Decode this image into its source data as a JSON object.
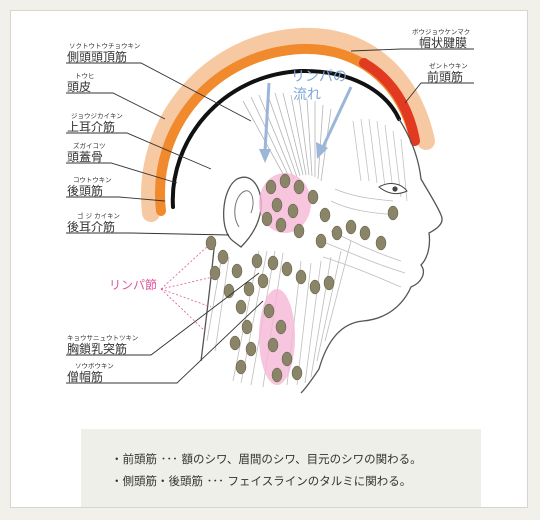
{
  "colors": {
    "background": "#f1f0ea",
    "muscle_orange": "#f08a2c",
    "muscle_red": "#e23a20",
    "muscle_pale": "#f6c9a3",
    "lymph_node": "#8a8468",
    "lymph_area": "#f6b6d6",
    "lymph_label": "#e0559b",
    "flow_arrow": "#9bb6d8"
  },
  "labels": {
    "galea": {
      "ruby": "ボウジョウケンマク",
      "text": "帽状腱膜"
    },
    "frontalis": {
      "ruby": "ゼントウキン",
      "text": "前頭筋"
    },
    "temporoparietalis": {
      "ruby": "ソクトウトウチョウキン",
      "text": "側頭頭頂筋"
    },
    "scalp": {
      "ruby": "トウヒ",
      "text": "頭皮"
    },
    "auricularis_superior": {
      "ruby": "ジョウジカイキン",
      "text": "上耳介筋"
    },
    "skull": {
      "ruby": "ズガイコツ",
      "text": "頭蓋骨"
    },
    "occipitalis": {
      "ruby": "コウトウキン",
      "text": "後頭筋"
    },
    "auricularis_posterior": {
      "ruby": "ゴ ジ カイキン",
      "text": "後耳介筋"
    },
    "lymph_nodes": {
      "text": "リンパ節"
    },
    "sternocleidomastoid": {
      "ruby": "キョウサニュウトツキン",
      "text": "胸鎖乳突筋"
    },
    "trapezius": {
      "ruby": "ソウボウキン",
      "text": "僧帽筋"
    }
  },
  "lymph_flow": {
    "line1": "リンパの",
    "line2": "流れ"
  },
  "notes": [
    "・前頭筋 ･･･ 額のシワ、眉間のシワ、目元のシワの関わる。",
    "・側頭筋・後頭筋 ･･･ フェイスラインのタルミに関わる。"
  ]
}
